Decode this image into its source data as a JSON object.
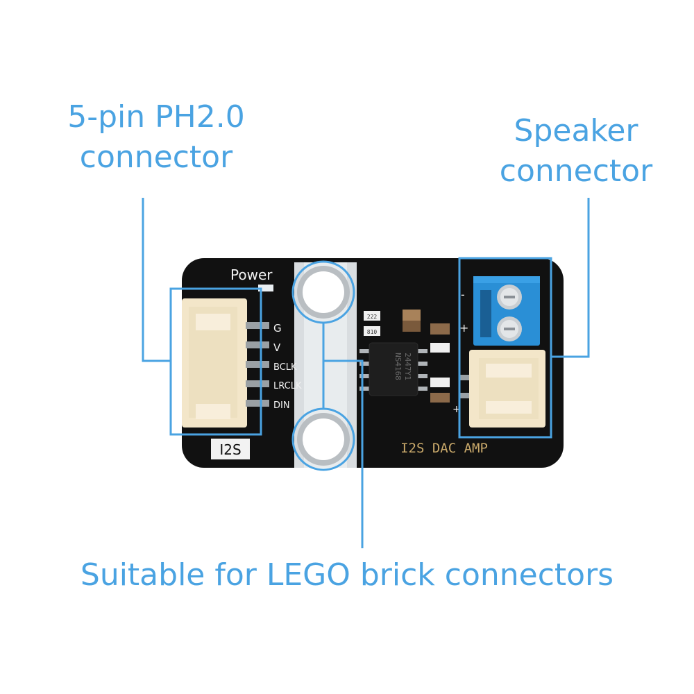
{
  "callouts": {
    "pin_connector": [
      "5-pin PH2.0",
      "connector"
    ],
    "speaker_connector": [
      "Speaker",
      "connector"
    ],
    "lego": "Suitable for LEGO brick connectors"
  },
  "board": {
    "power_label": "Power",
    "pin_labels": [
      "G",
      "V",
      "BCLK",
      "LRCLK",
      "DIN"
    ],
    "module_label": "I2S",
    "product_label": "I2S DAC AMP",
    "chip_marking": [
      "NS4168",
      "2447Y1"
    ],
    "terminal_minus": "-",
    "terminal_plus": "+",
    "resistor_codes": [
      "222",
      "810"
    ]
  },
  "colors": {
    "callout_blue": "#4aa3e2",
    "pcb": "#111111",
    "terminal_block": "#2a8fd6",
    "ph_connector": "#f3e6c9"
  }
}
